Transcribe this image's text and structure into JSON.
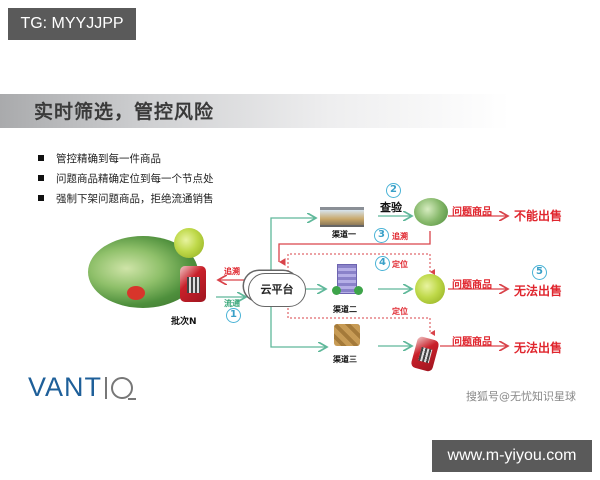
{
  "badges": {
    "tg": "TG: MYYJJPP",
    "url": "www.m-yiyou.com"
  },
  "slide": {
    "title": "实时筛选，管控风险",
    "bullets": [
      "管控精确到每一件商品",
      "问题商品精确定位到每一个节点处",
      "强制下架问题商品，拒绝流通销售"
    ]
  },
  "diagram": {
    "batch_label": "批次N",
    "cloud_label": "云平台",
    "trace_label": "追溯",
    "flow_label": "流通",
    "steps": [
      "1",
      "2",
      "3",
      "4",
      "5"
    ],
    "channels": [
      "渠道一",
      "渠道二",
      "渠道三"
    ],
    "inspect_label": "查验",
    "trace_label_3": "追溯",
    "locate_label_top": "定位",
    "locate_label_bottom": "定位",
    "problem_label": "问题商品",
    "outcomes": [
      "不能出售",
      "无法出售",
      "无法出售"
    ],
    "colors": {
      "red": "#e0262e",
      "green": "#3aa77a",
      "step_circle": "#4ab3d6",
      "logo_blue": "#1e5f99"
    }
  },
  "footer": {
    "logo_text": "VANT",
    "watermark": "搜狐号@无忧知识星球"
  }
}
